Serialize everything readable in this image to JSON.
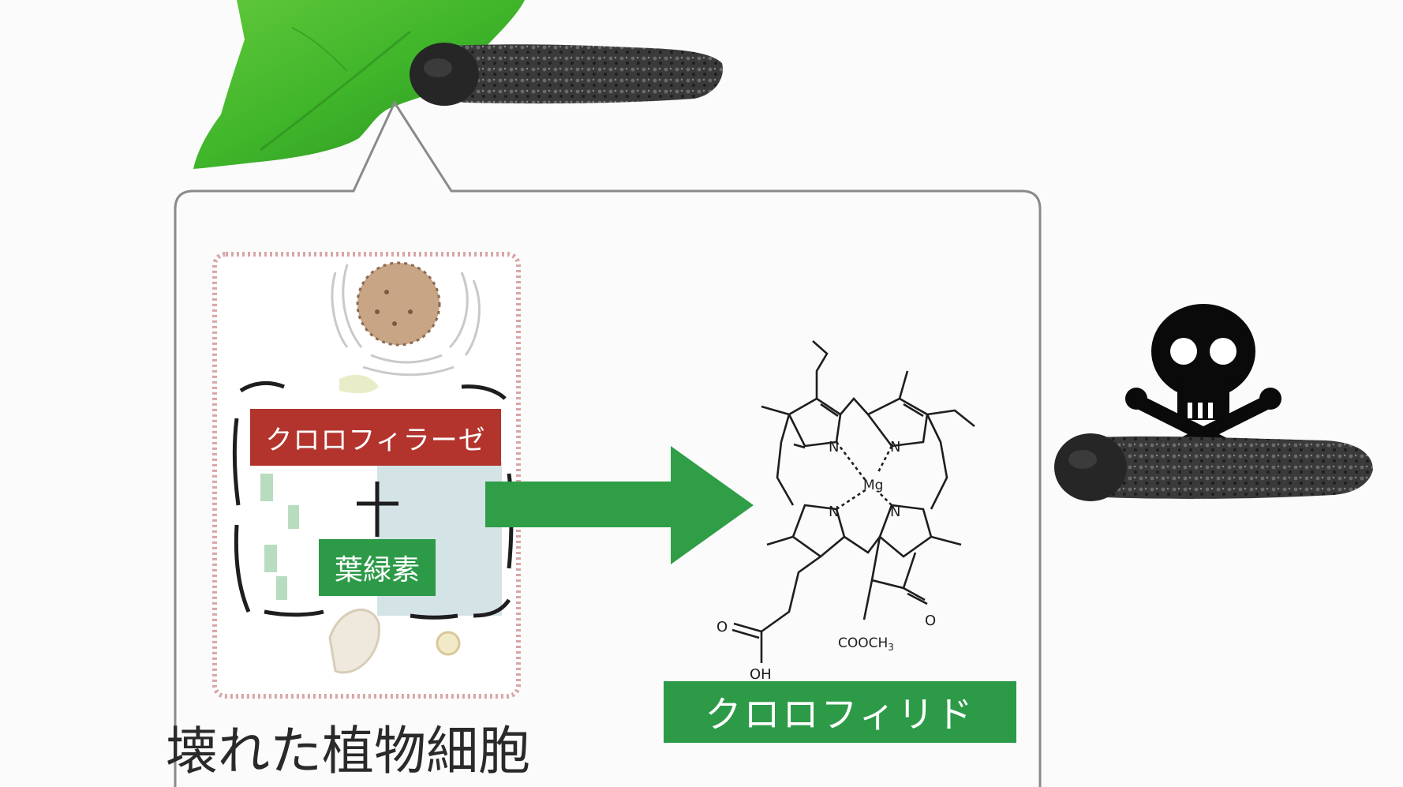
{
  "labels": {
    "enzyme": "クロロフィラーゼ",
    "chlorophyll": "葉緑素",
    "product": "クロロフィリド",
    "caption": "壊れた植物細胞"
  },
  "molecule_atoms": {
    "n1": "N",
    "n2": "N",
    "n3": "N",
    "n4": "N",
    "metal": "Mg",
    "acid_o": "O",
    "acid_oh": "OH",
    "ester": "COOCH",
    "ester_sub": "3",
    "keto_o": "O"
  },
  "colors": {
    "enzyme_red": "#b3342d",
    "chlorophyll_green": "#2d9a48",
    "arrow_green": "#2f9e47",
    "leaf_green": "#3fb52a",
    "callout_border": "#8a8a8a",
    "cell_border": "#d8a6a6",
    "vacuole_blue": "#d4e3e6",
    "nucleus_tan": "#c7a585",
    "caterpillar_dark": "#3c3c3c",
    "skull_black": "#0a0a0a"
  },
  "icons": [
    "leaf-icon",
    "caterpillar-icon",
    "skull-crossbones-icon",
    "plant-cell-icon",
    "arrow-right-icon"
  ]
}
